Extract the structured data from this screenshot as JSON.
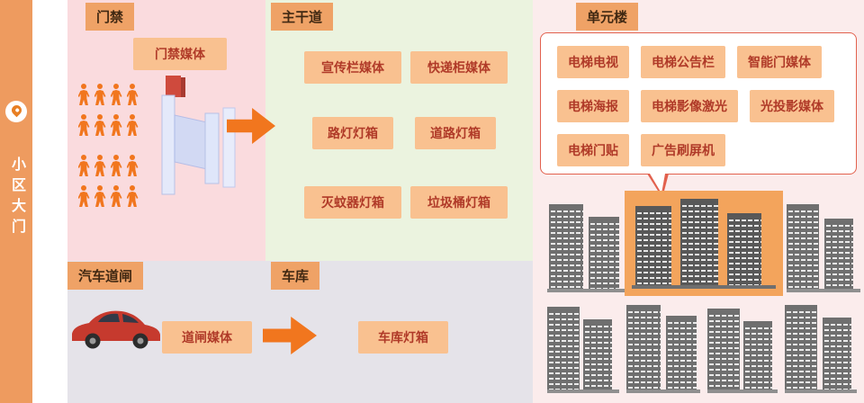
{
  "left_bar": {
    "label": "小区大门"
  },
  "access": {
    "tag": "门禁",
    "media_label": "门禁媒体"
  },
  "main_road": {
    "tag": "主干道",
    "items": [
      "宣传栏媒体",
      "快递柜媒体",
      "路灯灯箱",
      "道路灯箱",
      "灭蚊器灯箱",
      "垃圾桶灯箱"
    ]
  },
  "unit_building": {
    "tag": "单元楼",
    "items": [
      "电梯电视",
      "电梯公告栏",
      "智能门媒体",
      "电梯海报",
      "电梯影像激光",
      "光投影媒体",
      "电梯门贴",
      "广告刷屏机"
    ]
  },
  "car_barrier": {
    "tag": "汽车道闸",
    "media_label": "道闸媒体"
  },
  "garage": {
    "tag": "车库",
    "item": "车库灯箱"
  },
  "colors": {
    "accent_orange": "#f1761e",
    "sidebar_orange": "#ee9b5f",
    "tag_bg": "#efa266",
    "box_bg": "#f9c190",
    "box_text": "#b03a28",
    "access_bg": "#fadbde",
    "road_bg": "#ebf3df",
    "unit_bg": "#fbecec",
    "garage_bg": "#e5e3e9",
    "highlight_bg": "#f3a45c",
    "building_gray": "#6f6f6f",
    "bubble_border": "#e2614e",
    "car_red": "#c63a2e"
  }
}
